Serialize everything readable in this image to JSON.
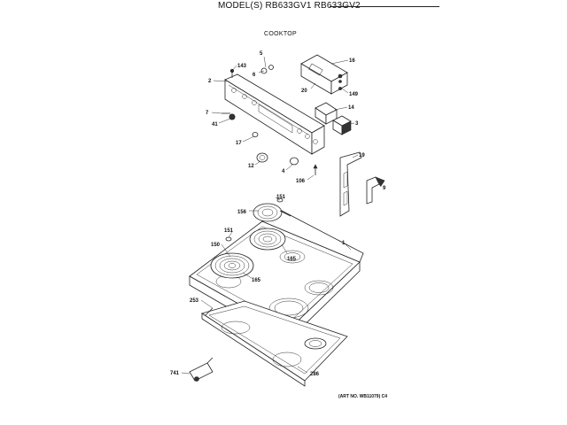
{
  "header": {
    "models": "MODEL(S) RB633GV1  RB633GV2"
  },
  "section": {
    "title": "COOKTOP"
  },
  "footer": {
    "art_no": "(ART NO. WB11079) C4"
  },
  "callouts": [
    {
      "id": "c5",
      "label": "5"
    },
    {
      "id": "c143",
      "label": "143"
    },
    {
      "id": "c6",
      "label": "6"
    },
    {
      "id": "c16",
      "label": "16"
    },
    {
      "id": "c2",
      "label": "2"
    },
    {
      "id": "c20",
      "label": "20"
    },
    {
      "id": "c149",
      "label": "149"
    },
    {
      "id": "c14",
      "label": "14"
    },
    {
      "id": "c7",
      "label": "7"
    },
    {
      "id": "c41",
      "label": "41"
    },
    {
      "id": "c3",
      "label": "3"
    },
    {
      "id": "c17",
      "label": "17"
    },
    {
      "id": "c12",
      "label": "12"
    },
    {
      "id": "c19",
      "label": "19"
    },
    {
      "id": "c4",
      "label": "4"
    },
    {
      "id": "c106",
      "label": "106"
    },
    {
      "id": "c9",
      "label": "9"
    },
    {
      "id": "c151a",
      "label": "151"
    },
    {
      "id": "c156",
      "label": "156"
    },
    {
      "id": "c151b",
      "label": "151"
    },
    {
      "id": "c1",
      "label": "1"
    },
    {
      "id": "c150",
      "label": "150"
    },
    {
      "id": "c165a",
      "label": "165"
    },
    {
      "id": "c165b",
      "label": "165"
    },
    {
      "id": "c253",
      "label": "253"
    },
    {
      "id": "c741",
      "label": "741"
    },
    {
      "id": "c286",
      "label": "286"
    }
  ]
}
